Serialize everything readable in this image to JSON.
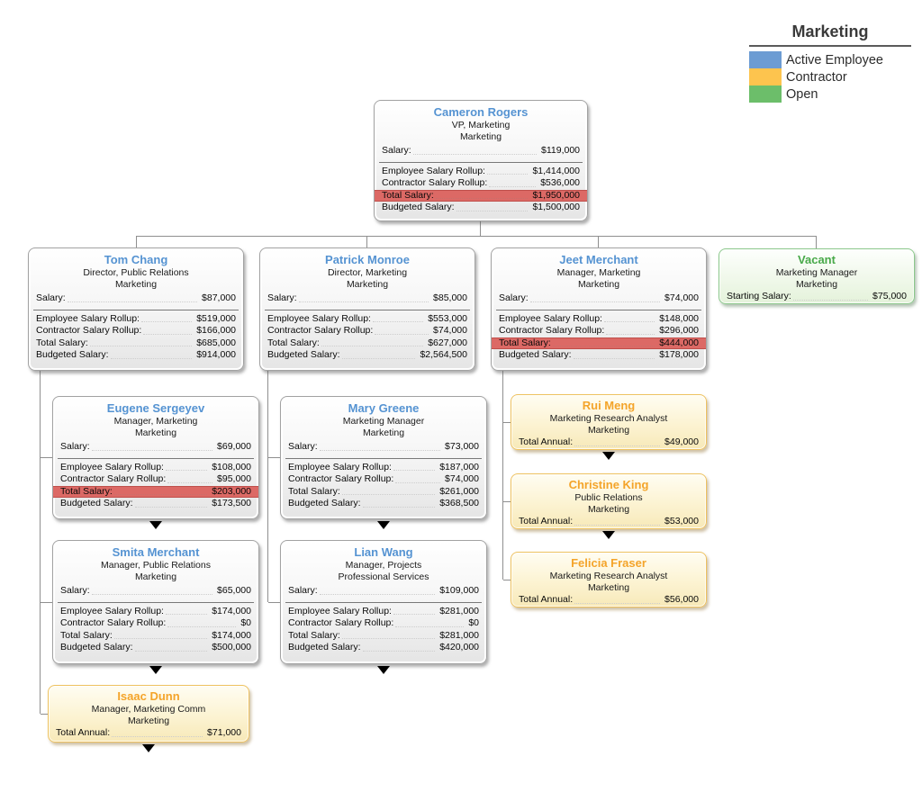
{
  "legend": {
    "title": "Marketing",
    "items": [
      {
        "label": "Active Employee",
        "color": "#6c9cd3"
      },
      {
        "label": "Contractor",
        "color": "#fdc44e"
      },
      {
        "label": "Open",
        "color": "#6cbe6a"
      }
    ]
  },
  "org": {
    "nodes": [
      {
        "id": "cameron-rogers",
        "type": "employee",
        "name": "Cameron Rogers",
        "title": "VP, Marketing",
        "department": "Marketing",
        "salary_label": "Salary:",
        "salary": "$119,000",
        "expander": false,
        "reports_to": null,
        "rollups": [
          {
            "label": "Employee Salary Rollup:",
            "value": "$1,414,000",
            "highlight": false
          },
          {
            "label": "Contractor Salary Rollup:",
            "value": "$536,000",
            "highlight": false
          },
          {
            "label": "Total Salary:",
            "value": "$1,950,000",
            "highlight": true
          },
          {
            "label": "Budgeted Salary:",
            "value": "$1,500,000",
            "highlight": false
          }
        ]
      },
      {
        "id": "tom-chang",
        "type": "employee",
        "name": "Tom Chang",
        "title": "Director, Public Relations",
        "department": "Marketing",
        "salary_label": "Salary:",
        "salary": "$87,000",
        "expander": false,
        "reports_to": "cameron-rogers",
        "rollups": [
          {
            "label": "Employee Salary Rollup:",
            "value": "$519,000",
            "highlight": false
          },
          {
            "label": "Contractor Salary Rollup:",
            "value": "$166,000",
            "highlight": false
          },
          {
            "label": "Total Salary:",
            "value": "$685,000",
            "highlight": false
          },
          {
            "label": "Budgeted Salary:",
            "value": "$914,000",
            "highlight": false
          }
        ]
      },
      {
        "id": "patrick-monroe",
        "type": "employee",
        "name": "Patrick Monroe",
        "title": "Director, Marketing",
        "department": "Marketing",
        "salary_label": "Salary:",
        "salary": "$85,000",
        "expander": false,
        "reports_to": "cameron-rogers",
        "rollups": [
          {
            "label": "Employee Salary Rollup:",
            "value": "$553,000",
            "highlight": false
          },
          {
            "label": "Contractor Salary Rollup:",
            "value": "$74,000",
            "highlight": false
          },
          {
            "label": "Total Salary:",
            "value": "$627,000",
            "highlight": false
          },
          {
            "label": "Budgeted Salary:",
            "value": "$2,564,500",
            "highlight": false
          }
        ]
      },
      {
        "id": "jeet-merchant",
        "type": "employee",
        "name": "Jeet Merchant",
        "title": "Manager, Marketing",
        "department": "Marketing",
        "salary_label": "Salary:",
        "salary": "$74,000",
        "expander": false,
        "reports_to": "cameron-rogers",
        "rollups": [
          {
            "label": "Employee Salary Rollup:",
            "value": "$148,000",
            "highlight": false
          },
          {
            "label": "Contractor Salary Rollup:",
            "value": "$296,000",
            "highlight": false
          },
          {
            "label": "Total Salary:",
            "value": "$444,000",
            "highlight": true
          },
          {
            "label": "Budgeted Salary:",
            "value": "$178,000",
            "highlight": false
          }
        ]
      },
      {
        "id": "vacant",
        "type": "open",
        "name": "Vacant",
        "title": "Marketing Manager",
        "department": "Marketing",
        "salary_label": "Starting Salary:",
        "salary": "$75,000",
        "expander": false,
        "reports_to": "cameron-rogers"
      },
      {
        "id": "eugene-sergeyev",
        "type": "employee",
        "name": "Eugene Sergeyev",
        "title": "Manager, Marketing",
        "department": "Marketing",
        "salary_label": "Salary:",
        "salary": "$69,000",
        "expander": true,
        "reports_to": "tom-chang",
        "rollups": [
          {
            "label": "Employee Salary Rollup:",
            "value": "$108,000",
            "highlight": false
          },
          {
            "label": "Contractor Salary Rollup:",
            "value": "$95,000",
            "highlight": false
          },
          {
            "label": "Total Salary:",
            "value": "$203,000",
            "highlight": true
          },
          {
            "label": "Budgeted Salary:",
            "value": "$173,500",
            "highlight": false
          }
        ]
      },
      {
        "id": "mary-greene",
        "type": "employee",
        "name": "Mary Greene",
        "title": "Marketing Manager",
        "department": "Marketing",
        "salary_label": "Salary:",
        "salary": "$73,000",
        "expander": true,
        "reports_to": "patrick-monroe",
        "rollups": [
          {
            "label": "Employee Salary Rollup:",
            "value": "$187,000",
            "highlight": false
          },
          {
            "label": "Contractor Salary Rollup:",
            "value": "$74,000",
            "highlight": false
          },
          {
            "label": "Total Salary:",
            "value": "$261,000",
            "highlight": false
          },
          {
            "label": "Budgeted Salary:",
            "value": "$368,500",
            "highlight": false
          }
        ]
      },
      {
        "id": "rui-meng",
        "type": "contractor",
        "name": "Rui Meng",
        "title": "Marketing Research Analyst",
        "department": "Marketing",
        "salary_label": "Total Annual:",
        "salary": "$49,000",
        "expander": true,
        "reports_to": "jeet-merchant"
      },
      {
        "id": "christine-king",
        "type": "contractor",
        "name": "Christine King",
        "title": "Public Relations",
        "department": "Marketing",
        "salary_label": "Total Annual:",
        "salary": "$53,000",
        "expander": true,
        "reports_to": "jeet-merchant"
      },
      {
        "id": "felicia-fraser",
        "type": "contractor",
        "name": "Felicia Fraser",
        "title": "Marketing Research Analyst",
        "department": "Marketing",
        "salary_label": "Total Annual:",
        "salary": "$56,000",
        "expander": false,
        "reports_to": "jeet-merchant"
      },
      {
        "id": "smita-merchant",
        "type": "employee",
        "name": "Smita Merchant",
        "title": "Manager, Public Relations",
        "department": "Marketing",
        "salary_label": "Salary:",
        "salary": "$65,000",
        "expander": true,
        "reports_to": "tom-chang",
        "rollups": [
          {
            "label": "Employee Salary Rollup:",
            "value": "$174,000",
            "highlight": false
          },
          {
            "label": "Contractor Salary Rollup:",
            "value": "$0",
            "highlight": false
          },
          {
            "label": "Total Salary:",
            "value": "$174,000",
            "highlight": false
          },
          {
            "label": "Budgeted Salary:",
            "value": "$500,000",
            "highlight": false
          }
        ]
      },
      {
        "id": "lian-wang",
        "type": "employee",
        "name": "Lian Wang",
        "title": "Manager, Projects",
        "department": "Professional Services",
        "salary_label": "Salary:",
        "salary": "$109,000",
        "expander": true,
        "reports_to": "patrick-monroe",
        "rollups": [
          {
            "label": "Employee Salary Rollup:",
            "value": "$281,000",
            "highlight": false
          },
          {
            "label": "Contractor Salary Rollup:",
            "value": "$0",
            "highlight": false
          },
          {
            "label": "Total Salary:",
            "value": "$281,000",
            "highlight": false
          },
          {
            "label": "Budgeted Salary:",
            "value": "$420,000",
            "highlight": false
          }
        ]
      },
      {
        "id": "isaac-dunn",
        "type": "contractor",
        "name": "Isaac Dunn",
        "title": "Manager, Marketing Comm",
        "department": "Marketing",
        "salary_label": "Total Annual:",
        "salary": "$71,000",
        "expander": true,
        "reports_to": "smita-merchant"
      }
    ]
  }
}
